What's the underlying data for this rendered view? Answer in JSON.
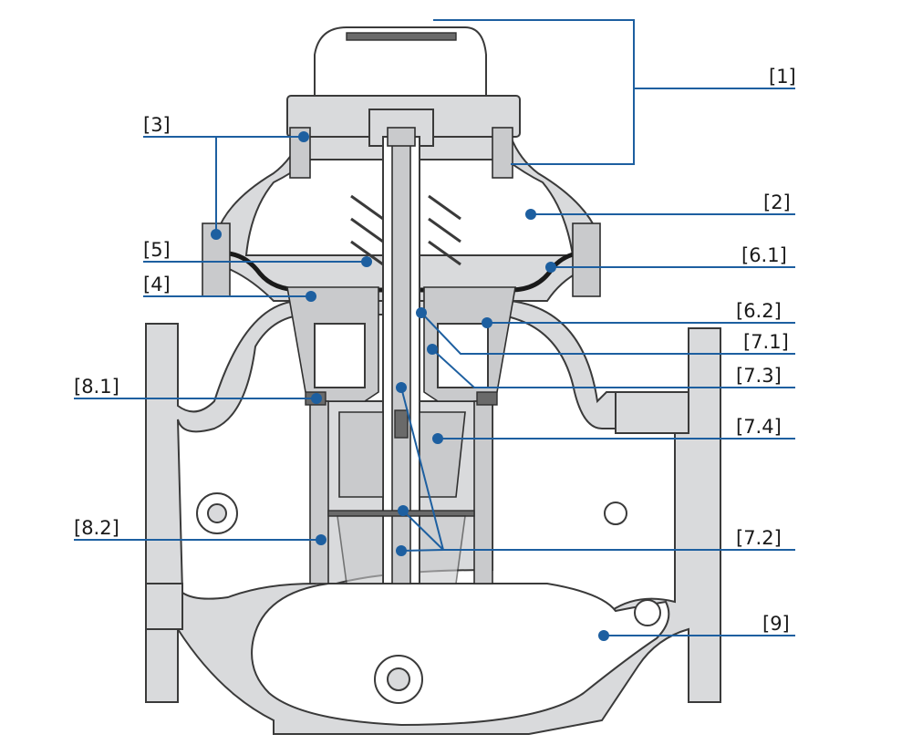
{
  "labels": [
    {
      "id": "l1",
      "text": "[1]"
    },
    {
      "id": "l2",
      "text": "[2]"
    },
    {
      "id": "l3",
      "text": "[3]"
    },
    {
      "id": "l4",
      "text": "[4]"
    },
    {
      "id": "l5",
      "text": "[5]"
    },
    {
      "id": "l61",
      "text": "[6.1]"
    },
    {
      "id": "l62",
      "text": "[6.2]"
    },
    {
      "id": "l71",
      "text": "[7.1]"
    },
    {
      "id": "l72",
      "text": "[7.2]"
    },
    {
      "id": "l73",
      "text": "[7.3]"
    },
    {
      "id": "l74",
      "text": "[7.4]"
    },
    {
      "id": "l81",
      "text": "[8.1]"
    },
    {
      "id": "l82",
      "text": "[8.2]"
    },
    {
      "id": "l9",
      "text": "[9]"
    }
  ],
  "colors": {
    "leader": "#1d5fa0",
    "body": "#d9dadc",
    "outline": "#3a3a3a"
  }
}
